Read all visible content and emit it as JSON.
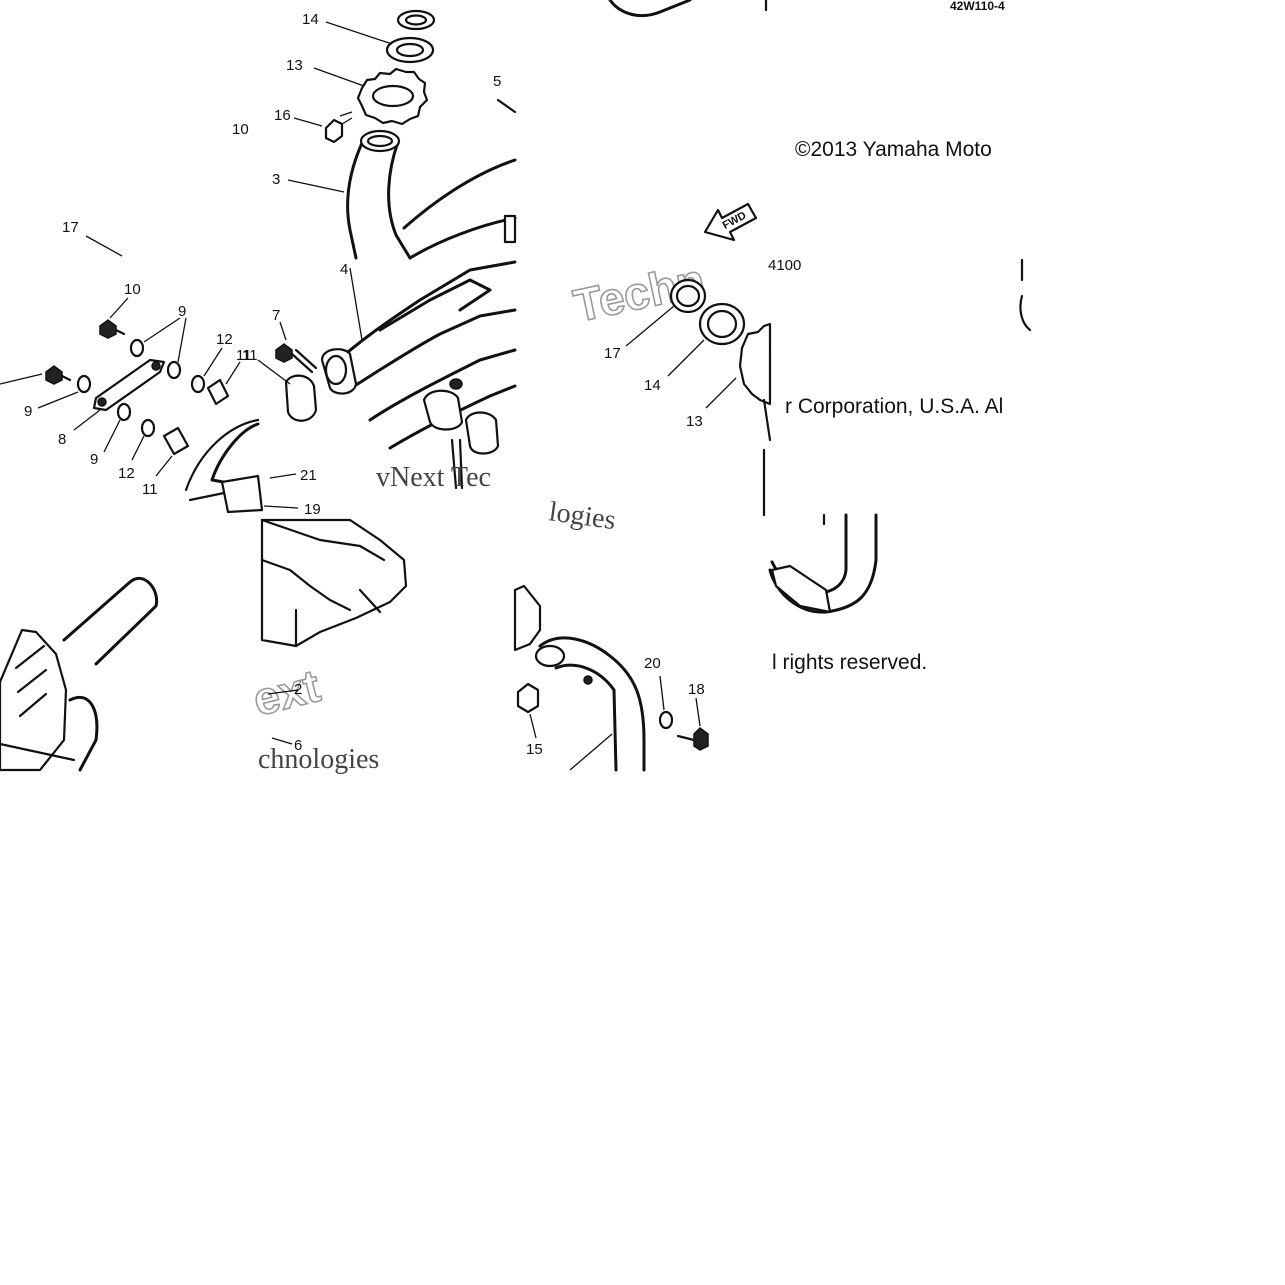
{
  "drawing_code": "42W110-4",
  "copyright": {
    "line1": "©2013 Yamaha Moto",
    "line2": "r Corporation, U.S.A. Al",
    "line3": "l rights reserved."
  },
  "page_fragment": "4100",
  "direction_arrow": "FWD",
  "watermarks": {
    "tech_outline": "Techn",
    "vnext_line": "vNext Tec",
    "logies": "logies",
    "ext": "ext",
    "chnologies": "chnologies"
  },
  "callouts": {
    "n14": "14",
    "n13": "13",
    "n5": "5",
    "n10": "10",
    "n16": "16",
    "n3": "3",
    "n17": "17",
    "n10b": "10",
    "n9a": "9",
    "n7": "7",
    "n12a": "12",
    "n11a": "11",
    "n4": "4",
    "n9b": "9",
    "n8": "8",
    "n9c": "9",
    "n12b": "12",
    "n11b": "11",
    "n21": "21",
    "n19": "19",
    "n17b": "17",
    "n14b": "14",
    "n13b": "13",
    "n20": "20",
    "n18": "18",
    "n15": "15",
    "n2": "2",
    "n6": "6"
  },
  "icons": [
    "fwd-arrow-icon"
  ]
}
